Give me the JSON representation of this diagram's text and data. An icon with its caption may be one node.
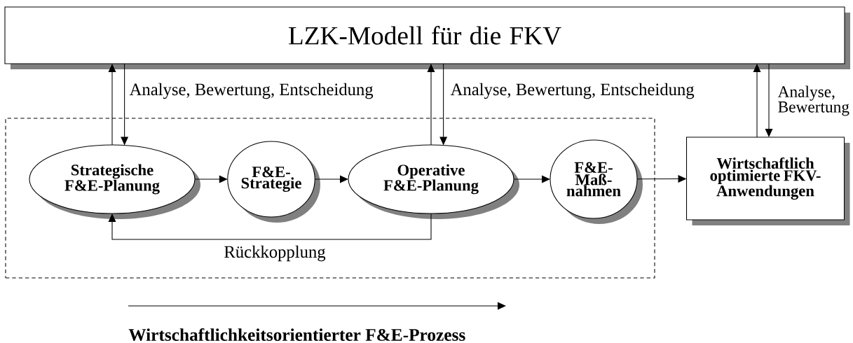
{
  "diagram": {
    "nodes": [
      {
        "text": [
          "LZK-Modell für die FKV"
        ]
      },
      {
        "text": [],
        "shape": "box"
      },
      {
        "text": [
          "Strategische F&E-Planung"
        ],
        "in": 1
      },
      {
        "text": [
          "F&E-Strategie"
        ],
        "in": 1
      },
      {
        "text": [
          "Operative F&E-Planung"
        ],
        "in": 1
      },
      {
        "text": [
          "F&E-Maß-nahmen"
        ],
        "in": 1
      },
      {
        "text": [
          "Wirtschaftlich optimierte FKV-Anwendungen"
        ]
      }
    ],
    "edges": [
      {
        "from": 2,
        "to": 0,
        "arrow": "to"
      },
      {
        "from": 0,
        "to": 2,
        "arrow": "to",
        "label": "Analyse, Bewertung, Entscheidung"
      },
      {
        "from": 4,
        "to": 0,
        "arrow": "to"
      },
      {
        "from": 0,
        "to": 4,
        "arrow": "to",
        "label": "Analyse, Bewertung, Entscheidung"
      },
      {
        "from": 6,
        "to": 0,
        "arrow": "to"
      },
      {
        "from": 0,
        "to": 6,
        "arrow": "to",
        "label": "Analyse, Bewertung"
      },
      {
        "from": 2,
        "to": 3,
        "arrow": "to"
      },
      {
        "from": 3,
        "to": 4,
        "arrow": "to"
      },
      {
        "from": 4,
        "to": 5,
        "arrow": "to"
      },
      {
        "from": 5,
        "to": 6,
        "arrow": "to"
      },
      {
        "from": 4,
        "to": 2,
        "arrow": "to",
        "label": "Rückkopplung"
      }
    ],
    "labels": [
      "Wirtschaftlichkeitsorientierter F&E-Prozess"
    ]
  }
}
